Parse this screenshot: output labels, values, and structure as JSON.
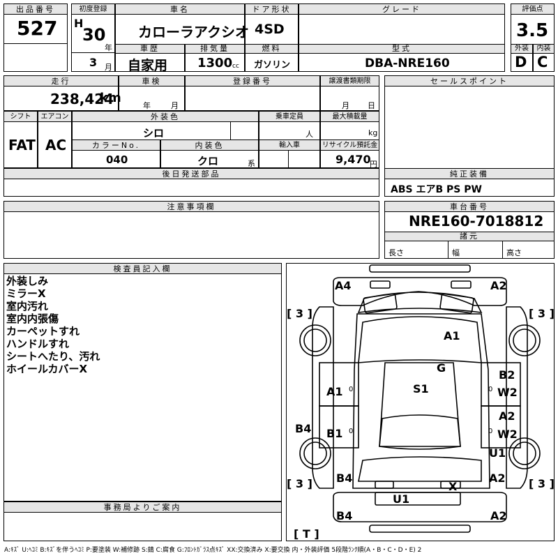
{
  "header": {
    "lot_label": "出品番号",
    "lot": "527",
    "reg_label": "初度登録",
    "era": "H",
    "year": "30",
    "year_unit": "年",
    "month": "3",
    "month_unit": "月",
    "name_label": "車名",
    "name": "カローラアクシオ",
    "door_label": "ドア形状",
    "door": "4SD",
    "grade_label": "グレード",
    "grade": "",
    "score_label": "評価点",
    "score": "3.5",
    "history_label": "車歴",
    "history": "自家用",
    "disp_label": "排気量",
    "disp": "1300",
    "disp_unit": "cc",
    "fuel_label": "燃料",
    "fuel": "ガソリン",
    "model_label": "型式",
    "model": "DBA-NRE160",
    "ext_label": "外装",
    "ext": "D",
    "int_label": "内装",
    "int": "C"
  },
  "row2": {
    "mileage_label": "走行",
    "mileage": "238,424",
    "mileage_unit": "km",
    "inspection_label": "車検",
    "insp_year": "年",
    "insp_month": "月",
    "regno_label": "登録番号",
    "transfer_label": "譲渡書類期限",
    "transfer_month": "月",
    "transfer_day": "日",
    "sales_label": "セールスポイント"
  },
  "row3": {
    "shift_label": "シフト",
    "shift": "FAT",
    "ac_label": "エアコン",
    "ac": "AC",
    "color_label": "外装色",
    "color": "シロ",
    "seats_label": "乗車定員",
    "seats_unit": "人",
    "load_label": "最大積載量",
    "load_unit": "kg",
    "colorno_label": "カラーNo.",
    "colorno": "040",
    "intcolor_label": "内装色",
    "intcolor": "クロ",
    "intcolor_unit": "系",
    "import_label": "輸入車",
    "recycle_label": "リサイクル預託金",
    "recycle": "9,470",
    "recycle_unit": "円"
  },
  "parts": {
    "label": "後日発送部品",
    "equip_label": "純正装備",
    "equip": "ABS エアB PS PW"
  },
  "caution": {
    "label": "注意事項欄"
  },
  "chassis": {
    "label": "車台番号",
    "number": "NRE160-7018812",
    "spec_label": "諸元",
    "length": "長さ",
    "width": "幅",
    "height": "高さ"
  },
  "inspector": {
    "label": "検査員記入欄",
    "notes": [
      "外装しみ",
      "ミラーX",
      "室内汚れ",
      "室内内張傷",
      "カーペットすれ",
      "ハンドルすれ",
      "シートへたり、汚れ",
      "ホイールカバーX"
    ]
  },
  "office": {
    "label": "事務局よりご案内"
  },
  "diagram": {
    "marks": [
      "A4",
      "A2",
      "[ 3 ]",
      "[ 3 ]",
      "A1",
      "G",
      "A1",
      "S1",
      "B2",
      "W2",
      "A2",
      "W2",
      "B4",
      "B1",
      "U1",
      "[ 3 ]",
      "[ 3 ]",
      "B4",
      "A2",
      "X",
      "U1",
      "B4",
      "A2",
      "[ T ]"
    ],
    "dots": [
      "0",
      "0",
      "0",
      "0"
    ]
  },
  "legend": "A:ｷｽﾞ U:ﾍｺﾐ B:ｷｽﾞを伴うﾍｺﾐ P:要塗装 W:補修跡 S:錆 C:腐食 G:ﾌﾛﾝﾄｶﾞﾗｽ点ｷｽﾞ XX:交換済み X:要交換 内・外装評価 5段階ﾗﾝｸ順(A・B・C・D・E) 2"
}
